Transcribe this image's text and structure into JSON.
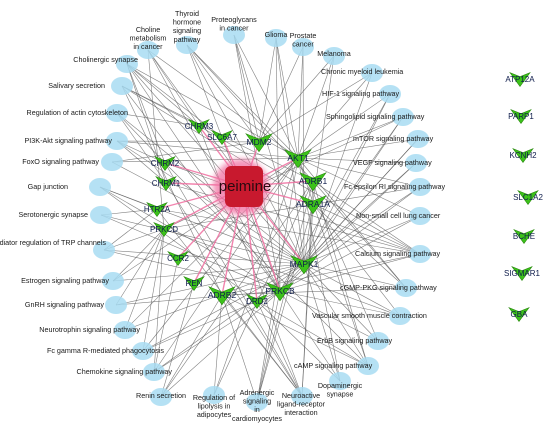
{
  "network": {
    "hub": {
      "label": "peimine",
      "color": "#c8192e",
      "halo": "#f06ea0"
    },
    "colors": {
      "pathway_node": "#a8dcf2",
      "gene_node": "#3cc21a",
      "gene_node_dark": "#2a8a0f",
      "edge": "#555555",
      "label": "#1a1a1a",
      "gene_label": "#0d1b4a"
    },
    "pathways": [
      "Thyroid hormone signaling pathway",
      "Proteoglycans in cancer",
      "Glioma",
      "Choline metabolism in cancer",
      "Prostate cancer",
      "Melanoma",
      "Cholinergic synapse",
      "Chronic myeloid leukemia",
      "Salivary secretion",
      "HIF-1 signaling pathway",
      "Regulation of actin cytoskeleton",
      "Sphingolipid signaling pathway",
      "PI3K-Akt signaling pathway",
      "mTOR signaling pathway",
      "FoxO signaling pathway",
      "VEGF signaling pathway",
      "Gap junction",
      "Fc epsilon RI signaling pathway",
      "Serotonergic synapse",
      "Non-small cell lung cancer",
      "Inflammatory mediator regulation of TRP channels",
      "Calcium signaling pathway",
      "Estrogen signaling pathway",
      "cGMP-PKG signaling pathway",
      "GnRH signaling pathway",
      "Vascular smooth muscle contraction",
      "Neurotrophin signaling pathway",
      "Fc gamma R-mediated phagocytosis",
      "ErbB signaling pathway",
      "Chemokine signaling pathway",
      "cAMP signaling pathway",
      "Renin secretion",
      "Dopaminergic synapse",
      "Regulation of lipolysis in adipocytes",
      "Adrenergic signaling in cardiomyocytes",
      "Neuroactive ligand-receptor interaction"
    ],
    "genes": [
      "SLC6A7",
      "MDM2",
      "CHRM3",
      "CHRM2",
      "CHRM1",
      "AKT1",
      "HTR2A",
      "ADRB1",
      "PRKCD",
      "ADRA1A",
      "CCR2",
      "MAPK1",
      "REN",
      "ADRB2",
      "PRKCB",
      "DRD2"
    ],
    "isolated_genes": [
      "ATP12A",
      "PARP1",
      "KCNH2",
      "SLC1A2",
      "BCHE",
      "SIGMAR1",
      "GBA"
    ],
    "links": [
      [
        "Thyroid hormone signaling pathway",
        [
          "AKT1",
          "MAPK1",
          "PRKCB",
          "MDM2",
          "ADRB1"
        ]
      ],
      [
        "Proteoglycans in cancer",
        [
          "AKT1",
          "MAPK1",
          "PRKCB",
          "MDM2"
        ]
      ],
      [
        "Glioma",
        [
          "AKT1",
          "MAPK1",
          "PRKCB",
          "MDM2"
        ]
      ],
      [
        "Choline metabolism in cancer",
        [
          "AKT1",
          "MAPK1",
          "PRKCB",
          "PRKCD",
          "CHRM3"
        ]
      ],
      [
        "Prostate cancer",
        [
          "AKT1",
          "MAPK1",
          "MDM2"
        ]
      ],
      [
        "Melanoma",
        [
          "AKT1",
          "MAPK1",
          "MDM2"
        ]
      ],
      [
        "Cholinergic synapse",
        [
          "CHRM1",
          "CHRM2",
          "CHRM3",
          "AKT1",
          "MAPK1",
          "PRKCB",
          "SLC6A7"
        ]
      ],
      [
        "Chronic myeloid leukemia",
        [
          "AKT1",
          "MAPK1",
          "MDM2"
        ]
      ],
      [
        "Salivary secretion",
        [
          "CHRM3",
          "PRKCB",
          "ADRB1",
          "ADRB2",
          "ADRA1A"
        ]
      ],
      [
        "HIF-1 signaling pathway",
        [
          "AKT1",
          "MAPK1",
          "PRKCB"
        ]
      ],
      [
        "Regulation of actin cytoskeleton",
        [
          "CHRM1",
          "CHRM2",
          "CHRM3",
          "MAPK1"
        ]
      ],
      [
        "Sphingolipid signaling pathway",
        [
          "AKT1",
          "MAPK1",
          "PRKCB",
          "PRKCD"
        ]
      ],
      [
        "PI3K-Akt signaling pathway",
        [
          "AKT1",
          "MAPK1",
          "CHRM1",
          "CHRM2",
          "MDM2"
        ]
      ],
      [
        "mTOR signaling pathway",
        [
          "AKT1",
          "MAPK1",
          "PRKCB"
        ]
      ],
      [
        "FoxO signaling pathway",
        [
          "AKT1",
          "MAPK1",
          "MDM2"
        ]
      ],
      [
        "VEGF signaling pathway",
        [
          "AKT1",
          "MAPK1",
          "PRKCB"
        ]
      ],
      [
        "Gap junction",
        [
          "HTR2A",
          "MAPK1",
          "PRKCB",
          "DRD2"
        ]
      ],
      [
        "Fc epsilon RI signaling pathway",
        [
          "AKT1",
          "MAPK1",
          "PRKCB",
          "PRKCD"
        ]
      ],
      [
        "Serotonergic synapse",
        [
          "HTR2A",
          "MAPK1",
          "PRKCB"
        ]
      ],
      [
        "Non-small cell lung cancer",
        [
          "AKT1",
          "MAPK1",
          "PRKCB"
        ]
      ],
      [
        "Inflammatory mediator regulation of TRP channels",
        [
          "HTR2A",
          "PRKCB",
          "PRKCD",
          "MAPK1"
        ]
      ],
      [
        "Calcium signaling pathway",
        [
          "CHRM1",
          "CHRM2",
          "CHRM3",
          "HTR2A",
          "ADRB1",
          "ADRB2",
          "ADRA1A",
          "PRKCB"
        ]
      ],
      [
        "Estrogen signaling pathway",
        [
          "AKT1",
          "MAPK1",
          "PRKCD"
        ]
      ],
      [
        "cGMP-PKG signaling pathway",
        [
          "AKT1",
          "MAPK1",
          "ADRB1",
          "ADRB2",
          "ADRA1A"
        ]
      ],
      [
        "GnRH signaling pathway",
        [
          "MAPK1",
          "PRKCB",
          "PRKCD"
        ]
      ],
      [
        "Vascular smooth muscle contraction",
        [
          "MAPK1",
          "PRKCB",
          "PRKCD",
          "ADRA1A"
        ]
      ],
      [
        "Neurotrophin signaling pathway",
        [
          "AKT1",
          "MAPK1",
          "PRKCD"
        ]
      ],
      [
        "Fc gamma R-mediated phagocytosis",
        [
          "AKT1",
          "MAPK1",
          "PRKCB",
          "PRKCD"
        ]
      ],
      [
        "ErbB signaling pathway",
        [
          "AKT1",
          "MAPK1",
          "PRKCB"
        ]
      ],
      [
        "Chemokine signaling pathway",
        [
          "AKT1",
          "MAPK1",
          "PRKCB",
          "PRKCD",
          "CCR2"
        ]
      ],
      [
        "cAMP signaling pathway",
        [
          "AKT1",
          "MAPK1",
          "ADRB1",
          "ADRB2",
          "CHRM2",
          "DRD2"
        ]
      ],
      [
        "Renin secretion",
        [
          "REN",
          "ADRB1",
          "ADRB2",
          "PRKCB"
        ]
      ],
      [
        "Dopaminergic synapse",
        [
          "AKT1",
          "MAPK1",
          "PRKCB",
          "DRD2"
        ]
      ],
      [
        "Regulation of lipolysis in adipocytes",
        [
          "AKT1",
          "ADRB1",
          "ADRB2"
        ]
      ],
      [
        "Adrenergic signaling in cardiomyocytes",
        [
          "AKT1",
          "ADRB1",
          "ADRB2",
          "ADRA1A",
          "PRKCB"
        ]
      ],
      [
        "Neuroactive ligand-receptor interaction",
        [
          "ADRB1",
          "ADRB2",
          "ADRA1A",
          "CHRM1",
          "CHRM2",
          "CHRM3",
          "DRD2",
          "HTR2A"
        ]
      ]
    ]
  }
}
